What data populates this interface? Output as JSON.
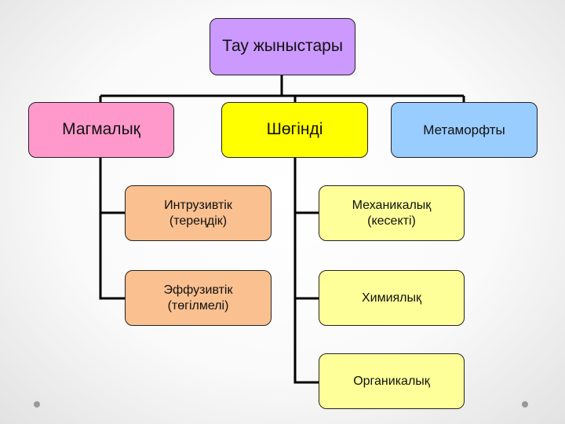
{
  "root": {
    "label": "Тау жыныстары",
    "color": "#cc99ff"
  },
  "categories": [
    {
      "label": "Магмалық",
      "color": "#ff99cc",
      "children": [
        {
          "label": "Интрузивтік (тереңдік)",
          "color": "#fac090"
        },
        {
          "label": "Эффузивтік (төгілмелі)",
          "color": "#fac090"
        }
      ]
    },
    {
      "label": "Шөгінді",
      "color": "#ffff00",
      "children": [
        {
          "label": "Механикалық (кесекті)",
          "color": "#ffff99"
        },
        {
          "label": "Химиялық",
          "color": "#ffff99"
        },
        {
          "label": "Органикалық",
          "color": "#ffff99"
        }
      ]
    },
    {
      "label": "Метаморфты",
      "color": "#99ccff",
      "children": []
    }
  ]
}
